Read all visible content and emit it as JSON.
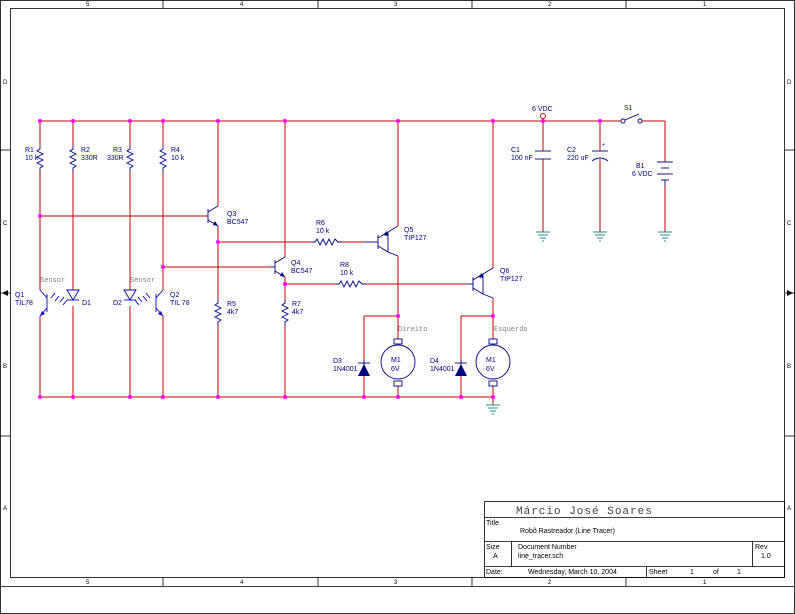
{
  "frame": {
    "columns": [
      "5",
      "4",
      "3",
      "2",
      "1"
    ],
    "rows": [
      "D",
      "C",
      "B",
      "A"
    ]
  },
  "titleblock": {
    "author": "Márcio José Soares",
    "title_label": "Title",
    "title": "Robô Rastreador (Line Tracer)",
    "size_label": "Size",
    "size": "A",
    "docnum_label": "Document Number",
    "docnum": "line_tracer.sch",
    "rev_label": "Rev",
    "rev": "1.0",
    "date_label": "Date:",
    "date": "Wednesday, March 10, 2004",
    "sheet_label": "Sheet",
    "sheet": "1",
    "of_label": "of",
    "sheets": "1"
  },
  "supply": {
    "net": "6 VDC"
  },
  "components": {
    "R1": {
      "ref": "R1",
      "value": "10 k"
    },
    "R2": {
      "ref": "R2",
      "value": "330R"
    },
    "R3": {
      "ref": "R3",
      "value": "330R"
    },
    "R4": {
      "ref": "R4",
      "value": "10 k"
    },
    "R5": {
      "ref": "R5",
      "value": "4k7"
    },
    "R6": {
      "ref": "R6",
      "value": "10 k"
    },
    "R7": {
      "ref": "R7",
      "value": "4k7"
    },
    "R8": {
      "ref": "R8",
      "value": "10 k"
    },
    "Q1": {
      "ref": "Q1",
      "value": "TIL78"
    },
    "Q2": {
      "ref": "Q2",
      "value": "TIL 78"
    },
    "Q3": {
      "ref": "Q3",
      "value": "BC547"
    },
    "Q4": {
      "ref": "Q4",
      "value": "BC547"
    },
    "Q5": {
      "ref": "Q5",
      "value": "TIP127"
    },
    "Q6": {
      "ref": "Q6",
      "value": "TIP127"
    },
    "D1": {
      "ref": "D1"
    },
    "D2": {
      "ref": "D2"
    },
    "D3": {
      "ref": "D3",
      "value": "1N4001"
    },
    "D4": {
      "ref": "D4",
      "value": "1N4001"
    },
    "M1a": {
      "ref": "M1",
      "value": "6V",
      "note": "Direito"
    },
    "M1b": {
      "ref": "M1",
      "value": "6V",
      "note": "Esquerdo"
    },
    "C1": {
      "ref": "C1",
      "value": "100 nF"
    },
    "C2": {
      "ref": "C2",
      "value": "220 uF"
    },
    "B1": {
      "ref": "B1",
      "value": "6 VDC"
    },
    "S1": {
      "ref": "S1"
    }
  },
  "sensor_labels": {
    "left": "Sensor",
    "right": "Sensor"
  }
}
